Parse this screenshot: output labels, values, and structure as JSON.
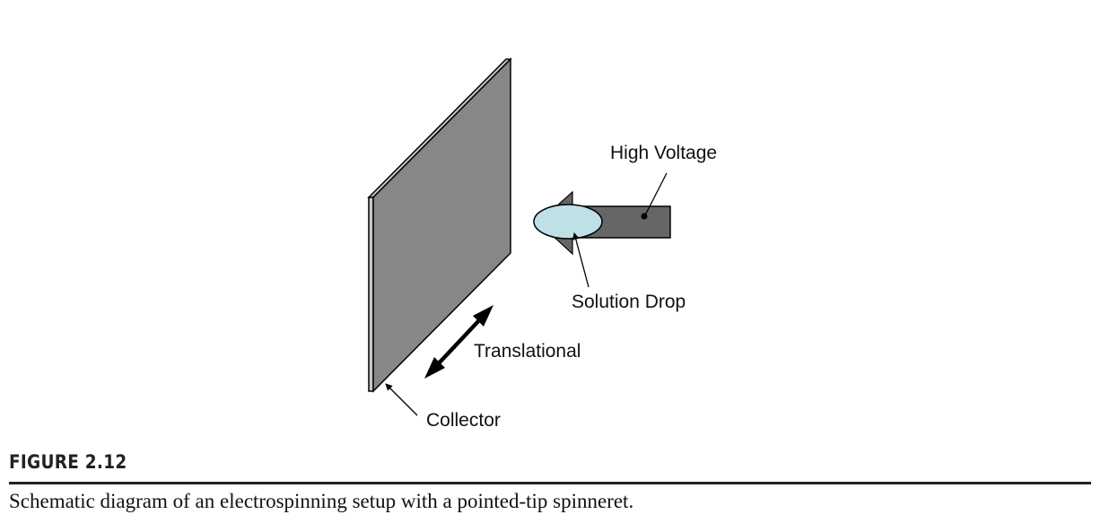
{
  "diagram": {
    "labels": {
      "high_voltage": "High Voltage",
      "solution_drop": "Solution Drop",
      "translational": "Translational",
      "collector": "Collector"
    },
    "colors": {
      "collector_face": "#878787",
      "collector_edge": "#c8c8c8",
      "spinneret_body": "#666666",
      "solution_drop": "#bfe0e6",
      "outline": "#000000"
    }
  },
  "figure": {
    "title": "FIGURE 2.12",
    "caption": "Schematic diagram of an electrospinning setup with a pointed-tip spinneret."
  }
}
